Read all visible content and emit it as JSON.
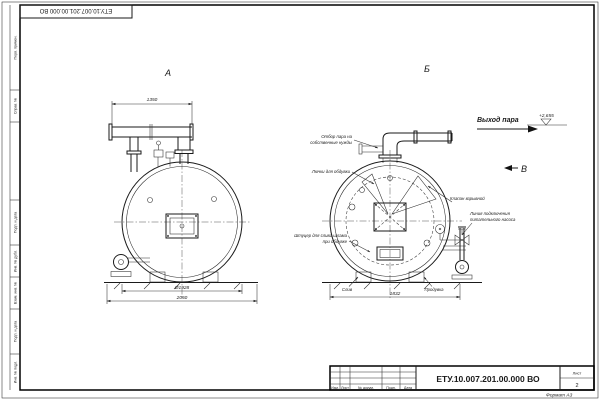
{
  "page": {
    "doc_number": "ЕТУ.10.007.201.00.000 ВО",
    "format_label": "Формат А3"
  },
  "frame": {
    "side_labels": [
      "Перв. примен.",
      "Справ. №",
      "Подп. и дата",
      "Инв. № дубл.",
      "Взам. инв. №",
      "Подп. и дата",
      "Инв. № подл."
    ]
  },
  "views": {
    "a": {
      "label": "А"
    },
    "b": {
      "label": "Б"
    },
    "direction": {
      "label": "В"
    }
  },
  "dimensions": {
    "dim_top": "1350",
    "dim_diameter": "Ø1928",
    "dim_base": "2050",
    "dim_b_base": "1832"
  },
  "annotations": {
    "steam_outlet": "Выход пара",
    "elevation": "+2,655",
    "steam_own_needs_1": "Отбор пара на",
    "steam_own_needs_2": "собственные нужды",
    "hatches": "Лючки для обдувки",
    "sludge_fitting_1": "Штуцер для слива шлама",
    "sludge_fitting_2": "при обдувке",
    "explosion_valve": "Клапан взрывной",
    "pump_line_1": "Линия подключения",
    "pump_line_2": "питательного насоса",
    "drain": "Слив",
    "blowdown": "Продувка"
  },
  "title_block": {
    "doc_number": "ЕТУ.10.007.201.00.000 ВО",
    "col_izm": "Изм.",
    "col_list": "Лист",
    "col_doc": "№ докум.",
    "col_sign": "Подп.",
    "col_date": "Дата",
    "sheet_label": "Лист",
    "sheet_value": "2"
  }
}
